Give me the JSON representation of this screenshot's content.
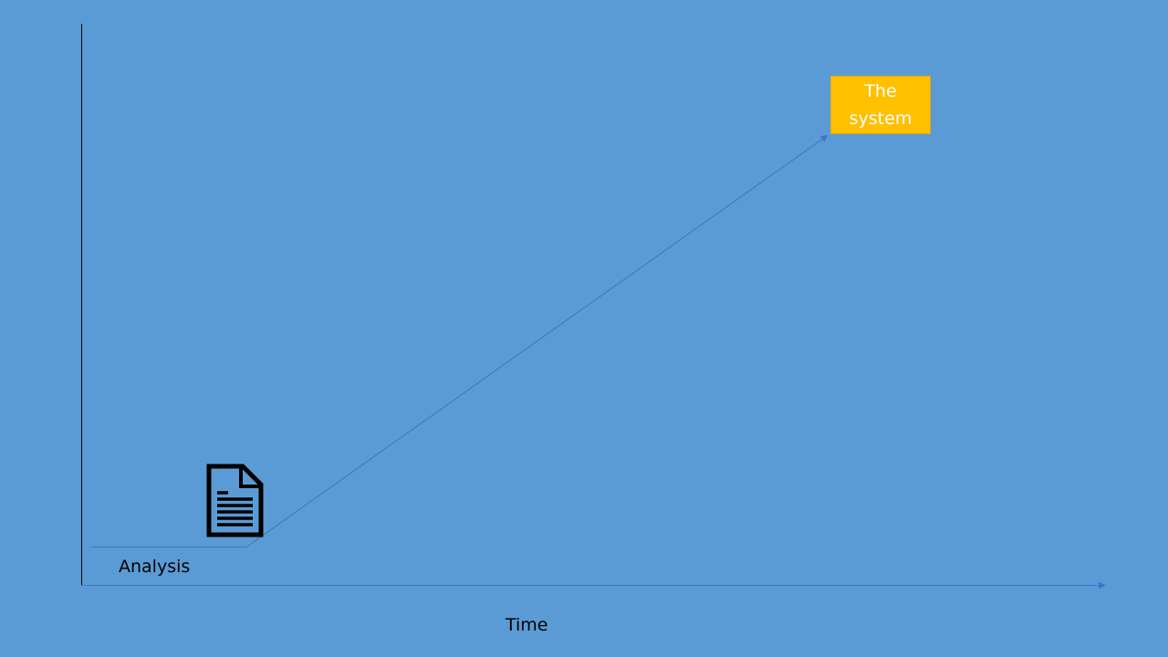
{
  "diagram": {
    "start_label": "Analysis",
    "target_label": "The\nsystem",
    "x_axis_label": "Time",
    "start_icon": "document-icon"
  },
  "colors": {
    "background": "#5b9bd5",
    "axis_vertical": "#000000",
    "axis_horizontal": "#4472c4",
    "progress_line": "#4472c4",
    "target_box_fill": "#ffc000",
    "target_box_text": "#ffffff",
    "label_text": "#000000",
    "icon": "#000000"
  }
}
